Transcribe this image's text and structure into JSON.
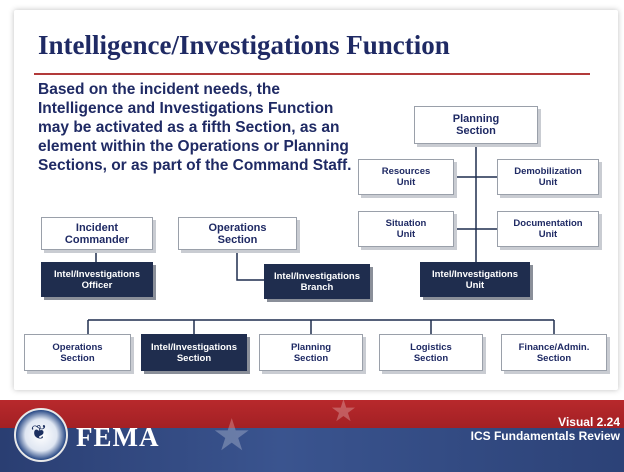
{
  "title": "Intelligence/Investigations Function",
  "paragraph": "Based on the incident needs, the Intelligence and Investigations Function may be activated as a fifth Section, as an element within the Operations or Planning Sections, or as part of the Command Staff.",
  "boxes": {
    "incident_commander": "Incident\nCommander",
    "operations_section_top": "Operations\nSection",
    "intel_officer": "Intel/Investigations\nOfficer",
    "intel_branch": "Intel/Investigations\nBranch",
    "planning_section_top": "Planning\nSection",
    "resources_unit": "Resources\nUnit",
    "demobilization_unit": "Demobilization\nUnit",
    "situation_unit": "Situation\nUnit",
    "documentation_unit": "Documentation\nUnit",
    "intel_unit": "Intel/Investigations\nUnit",
    "operations_section_bottom": "Operations\nSection",
    "intel_section": "Intel/Investigations\nSection",
    "planning_section_bottom": "Planning\nSection",
    "logistics_section": "Logistics\nSection",
    "finance_section": "Finance/Admin.\nSection"
  },
  "footer": {
    "agency": "FEMA",
    "visual": "Visual 2.24",
    "subtitle": "ICS Fundamentals Review"
  },
  "colors": {
    "title_blue": "#1f2a64",
    "dark_box": "#1f2d4e",
    "rule_red": "#b23a3a",
    "footer_red": "#a22024",
    "footer_blue": "#2a3e72"
  },
  "icons": {
    "seal": "dhs-seal-icon",
    "star": "star-icon"
  }
}
